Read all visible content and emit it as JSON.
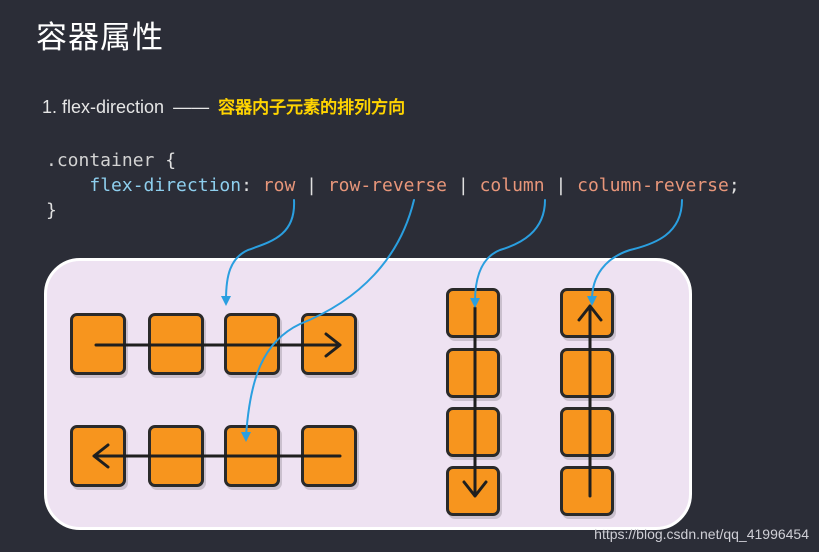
{
  "slide": {
    "title": "容器属性",
    "subtitle": {
      "prefix": "1. flex-direction",
      "dash": "——",
      "description": "容器内子元素的排列方向"
    },
    "code": {
      "selector": ".container",
      "open_brace": "{",
      "property": "flex-direction",
      "colon": ":",
      "values": [
        "row",
        "row-reverse",
        "column",
        "column-reverse"
      ],
      "separator": "|",
      "semicolon": ";",
      "close_brace": "}"
    },
    "watermark": "https://blog.csdn.net/qq_41996454"
  },
  "colors": {
    "background": "#2b2d37",
    "panel": "#eee2f2",
    "box": "#f7951e",
    "callout_arrow": "#2a9fe0",
    "value_text": "#e8967a",
    "property_text": "#8ecfee",
    "highlight_text": "#ffd400"
  },
  "diagram": {
    "row_item_count": 4,
    "column_item_count": 4,
    "directions": [
      "right",
      "left",
      "down",
      "up"
    ]
  }
}
